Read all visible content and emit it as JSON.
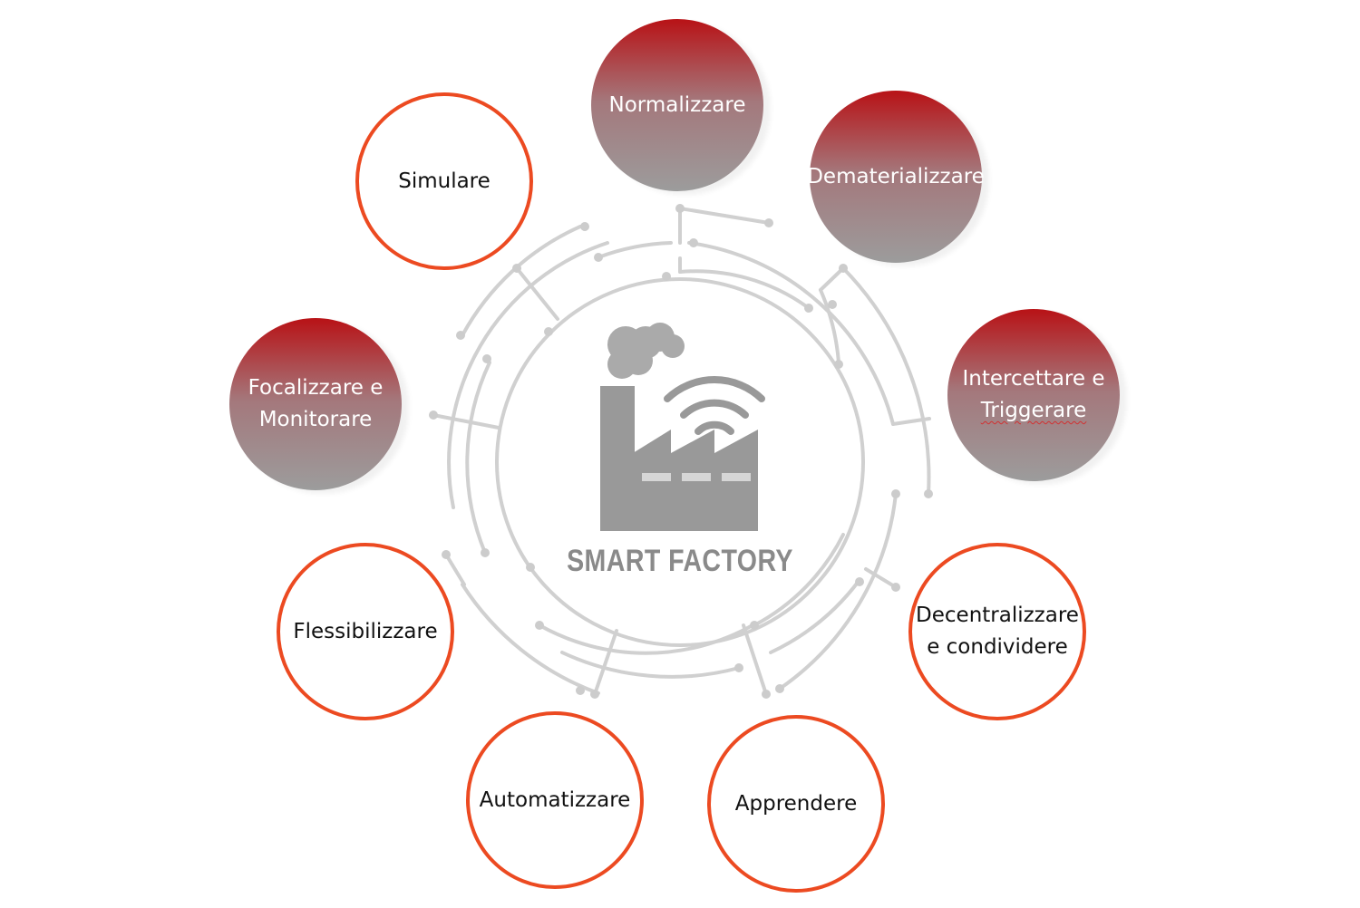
{
  "title": "SMART FACTORY",
  "nodes": {
    "normalizzare": "Normalizzare",
    "dematerializzare": "Dematerializzare",
    "intercettare_line1": "Intercettare e",
    "intercettare_line2": "Triggerare",
    "decentralizzare_line1": "Decentralizzare",
    "decentralizzare_line2": "e condividere",
    "apprendere": "Apprendere",
    "automatizzare": "Automatizzare",
    "flessibilizzare": "Flessibilizzare",
    "focalizzare_line1": "Focalizzare e",
    "focalizzare_line2": "Monitorare",
    "simulare": "Simulare"
  },
  "colors": {
    "outline_stroke": "#ec4a21",
    "filled_top": "#b81216",
    "filled_bottom": "#9c9c9c",
    "circuit": "#d0d0d0",
    "factory": "#999999"
  },
  "icons": [
    "factory-icon",
    "smoke-icon",
    "wifi-icon",
    "circuit-ring"
  ]
}
